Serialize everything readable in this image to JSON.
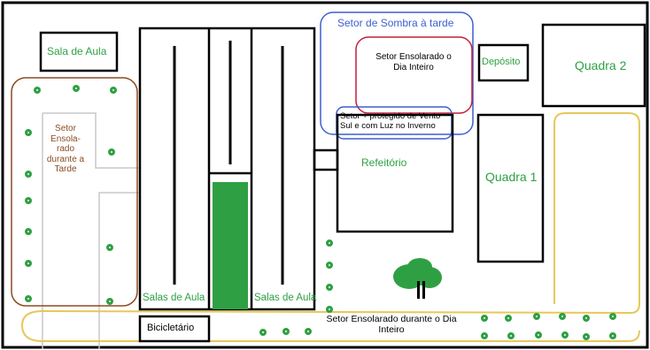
{
  "labels": {
    "sala_de_aula": "Sala de Aula",
    "setor_ensolarado_tarde": "Setor Ensola-\nrado\ndurante a\nTarde",
    "setor_sombra_tarde": "Setor de Sombra à tarde",
    "setor_ensolarado_dia": "Setor Ensolarado o\nDia Inteiro",
    "setor_protegido": "Setor + protegido de Vento\nSul e com Luz no Inverno",
    "deposito": "Depósito",
    "quadra_2": "Quadra 2",
    "quadra_1": "Quadra 1",
    "refeitorio": "Refeitório",
    "salas_de_aula_left": "Salas de Aula",
    "salas_de_aula_right": "Salas de Aula",
    "bicicletario": "Bicicletário",
    "setor_ensolarado_dia_bottom": "Setor Ensolarado durante o Dia\nInteiro"
  },
  "colors": {
    "sun_afternoon": "#8a4b22",
    "shade_afternoon": "#3d5fd1",
    "sun_all_day": "#c0203a",
    "protected": "#3d5fd1",
    "sun_path": "#e6c85a",
    "tree_green": "#2ea043",
    "walkway": "#c8c8c8"
  }
}
